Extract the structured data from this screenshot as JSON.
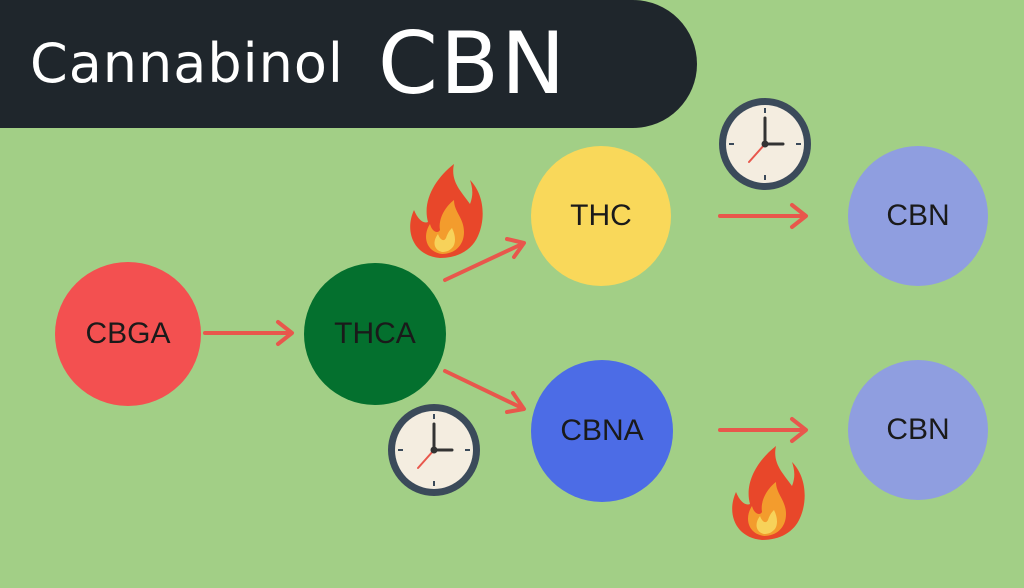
{
  "title": {
    "word": "Cannabinol",
    "abbreviation": "CBN"
  },
  "nodes": {
    "cbga": {
      "label": "CBGA",
      "color": "#f35050"
    },
    "thca": {
      "label": "THCA",
      "color": "#04702e"
    },
    "thc": {
      "label": "THC",
      "color": "#f9d85a"
    },
    "cbna": {
      "label": "CBNA",
      "color": "#4c6ce6"
    },
    "cbn_top": {
      "label": "CBN",
      "color": "#8f9ee0"
    },
    "cbn_bottom": {
      "label": "CBN",
      "color": "#8f9ee0"
    }
  },
  "colors": {
    "background": "#a2cf86",
    "banner": "#1f262c",
    "arrow": "#e8574c",
    "clock_rim": "#3b4a5a",
    "clock_face": "#f4ede0",
    "flame_outer": "#e8472a",
    "flame_inner": "#f7b733"
  },
  "icons": {
    "heat": "fire-icon",
    "time": "clock-icon"
  }
}
